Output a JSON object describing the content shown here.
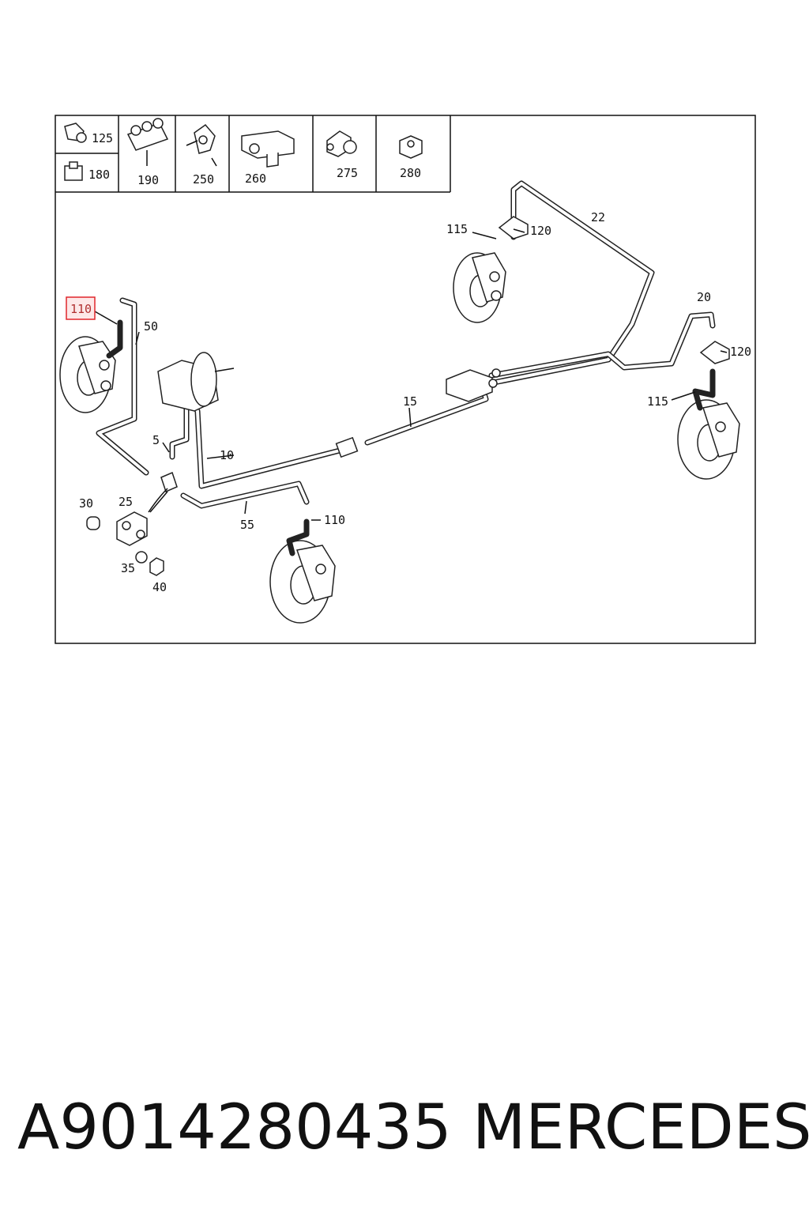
{
  "legend": {
    "items": [
      {
        "ref": "125"
      },
      {
        "ref": "180"
      },
      {
        "ref": "190"
      },
      {
        "ref": "250"
      },
      {
        "ref": "260"
      },
      {
        "ref": "275"
      },
      {
        "ref": "280"
      }
    ]
  },
  "callouts": {
    "c110_highlight": "110",
    "c50": "50",
    "c5": "5",
    "c10": "10",
    "c15": "15",
    "c20": "20",
    "c22": "22",
    "c115_top": "115",
    "c120_top": "120",
    "c120_right": "120",
    "c115_right": "115",
    "c25": "25",
    "c30": "30",
    "c35": "35",
    "c40": "40",
    "c55": "55",
    "c110_bottom": "110"
  },
  "highlight_color": "#e0262b",
  "footer": {
    "part_number": "A9014280435",
    "brand": "MERCEDES"
  }
}
